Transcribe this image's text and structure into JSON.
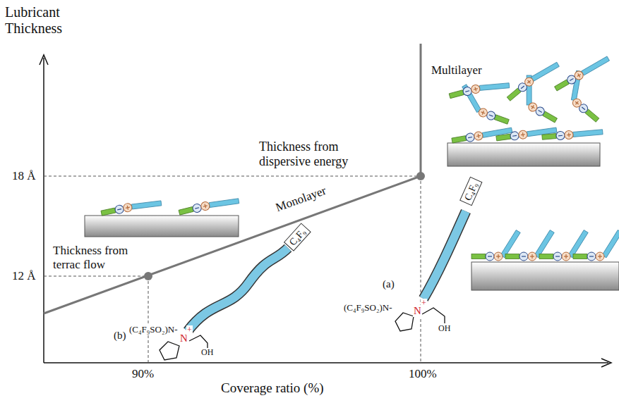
{
  "diagram": {
    "nodes": [
      {
        "text": [
          "C₄F₉"
        ]
      },
      {
        "text": [
          "C₄F₉"
        ]
      }
    ],
    "labels": [
      "Lubricant Thickness",
      "Multilayer",
      "Thickness from dispersive energy",
      "18 Å",
      "Monolayer",
      "Thickness from terrac flow",
      "12 Å",
      "(C₄F₉SO₂)N-",
      "N",
      "+",
      "OH",
      "(b)",
      "(a)",
      "(C₄F₉SO₂)N-",
      "N",
      "+",
      "OH",
      "90%",
      "100%",
      "Coverage ratio (%)"
    ]
  }
}
